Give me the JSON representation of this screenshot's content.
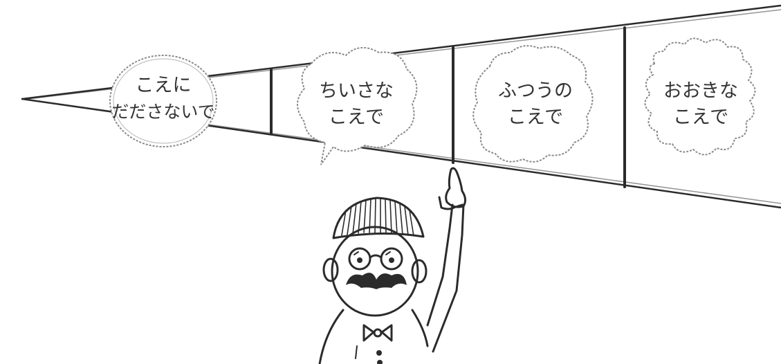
{
  "levels": [
    {
      "line1": "こえに",
      "line2": "だださないで"
    },
    {
      "line1": "ちいさな",
      "line2": "こえで"
    },
    {
      "line1": "ふつうの",
      "line2": "こえで"
    },
    {
      "line1": "おおきな",
      "line2": "こえで"
    }
  ],
  "selected_level": 3,
  "colors": {
    "ink": "#2b2b2b",
    "text": "#333333",
    "bubble_edge": "#9a9a9a"
  }
}
